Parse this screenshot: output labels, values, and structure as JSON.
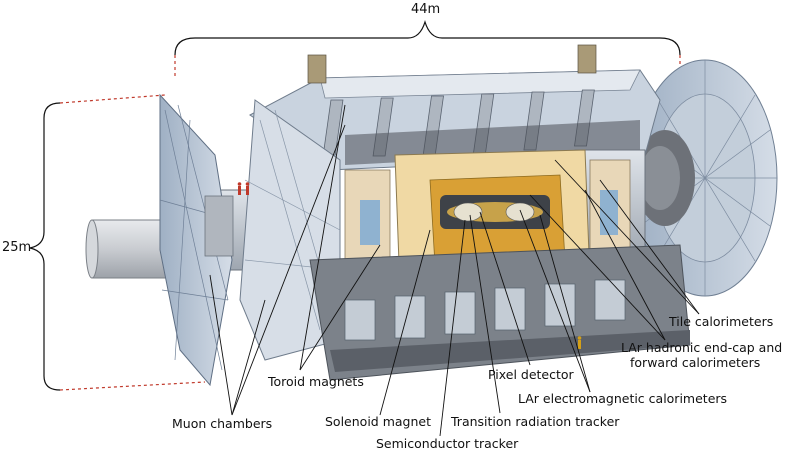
{
  "dimensions": {
    "length": "44m",
    "height": "25m"
  },
  "labels": {
    "tile_calorimeters": "Tile calorimeters",
    "lar_hadronic_line1": "LAr hadronic end-cap and",
    "lar_hadronic_line2": "forward calorimeters",
    "pixel_detector": "Pixel detector",
    "toroid_magnets": "Toroid magnets",
    "lar_electromagnetic": "LAr electromagnetic calorimeters",
    "muon_chambers": "Muon chambers",
    "solenoid_magnet": "Solenoid magnet",
    "transition_radiation_tracker": "Transition radiation tracker",
    "semiconductor_tracker": "Semiconductor tracker"
  },
  "colors": {
    "dimension_line": "#c0392b",
    "leader_line": "#111111",
    "steel": "#8a8f96",
    "panel": "#b9c6d6",
    "calorimeter": "#d9a035",
    "barrel_blue": "#9fb4cc"
  }
}
